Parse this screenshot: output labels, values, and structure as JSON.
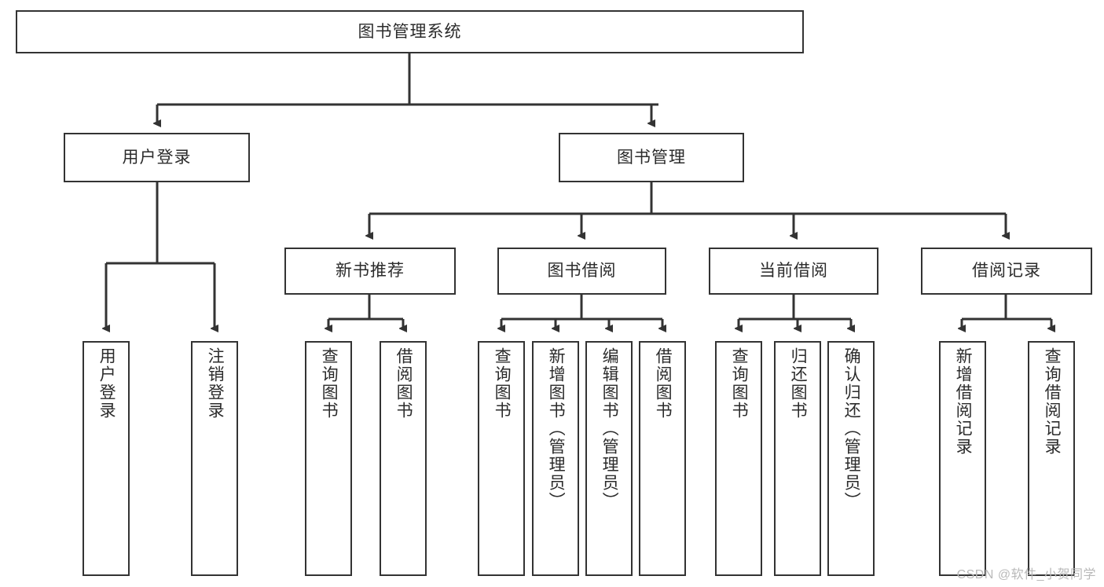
{
  "diagram": {
    "title": "图书管理系统",
    "type": "tree-hierarchy-diagram",
    "colors": {
      "box_border": "#333333",
      "box_fill": "#ffffff",
      "edge": "#333333",
      "text": "#2b2b2b",
      "watermark": "#b9b9b9"
    },
    "root": {
      "label": "图书管理系统"
    },
    "level2": [
      {
        "label": "用户登录"
      },
      {
        "label": "图书管理"
      }
    ],
    "level3": [
      {
        "label": "新书推荐"
      },
      {
        "label": "图书借阅"
      },
      {
        "label": "当前借阅"
      },
      {
        "label": "借阅记录"
      }
    ],
    "leaves": {
      "user_login": [
        {
          "label": "用户登录"
        },
        {
          "label": "注销登录"
        }
      ],
      "new_book": [
        {
          "label": "查询图书"
        },
        {
          "label": "借阅图书"
        }
      ],
      "book_borrow": [
        {
          "label": "查询图书"
        },
        {
          "label": "新增图书（管理员）"
        },
        {
          "label": "编辑图书（管理员）"
        },
        {
          "label": "借阅图书"
        }
      ],
      "current_borrow": [
        {
          "label": "查询图书"
        },
        {
          "label": "归还图书"
        },
        {
          "label": "确认归还（管理员）"
        }
      ],
      "borrow_record": [
        {
          "label": "新增借阅记录"
        },
        {
          "label": "查询借阅记录"
        }
      ]
    }
  },
  "watermark": {
    "text": "CSDN @软件_小贺同学"
  }
}
